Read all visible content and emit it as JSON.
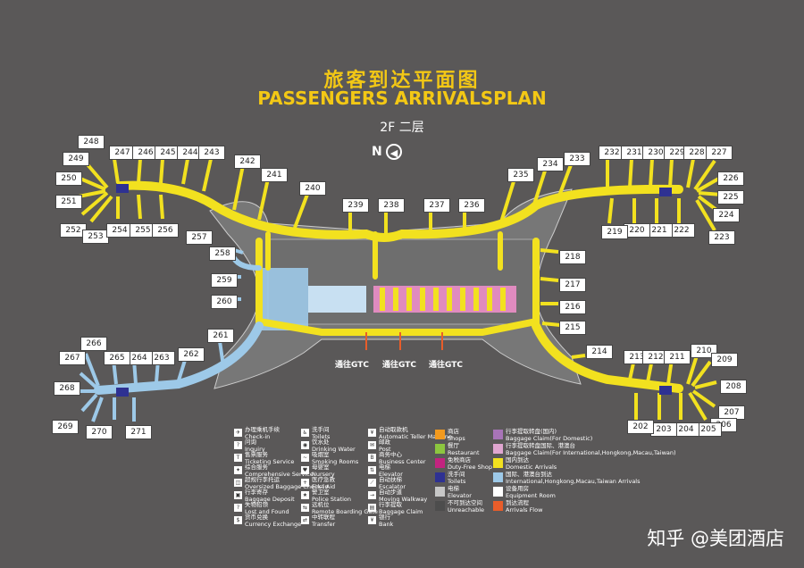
{
  "title_cn": "旅客到达平面图",
  "title_en": "PASSENGERS ARRIVALSPLAN",
  "floor": "2F 二层",
  "north_label": "N",
  "north_icon": "compass-arrow-icon",
  "colors": {
    "background": "#5a5858",
    "corridor": "#f2e11f",
    "floor": "#777777",
    "blue": "#9dc9e8",
    "pink": "#e08bbf",
    "title": "#f3c815"
  },
  "gates": [
    "248",
    "247",
    "246",
    "245",
    "244",
    "243",
    "242",
    "241",
    "240",
    "239",
    "238",
    "237",
    "236",
    "235",
    "234",
    "233",
    "232",
    "231",
    "230",
    "229",
    "228",
    "227",
    "226",
    "225",
    "224",
    "223",
    "222",
    "221",
    "220",
    "219",
    "218",
    "217",
    "216",
    "215",
    "214",
    "213",
    "212",
    "211",
    "210",
    "209",
    "208",
    "207",
    "206",
    "205",
    "204",
    "203",
    "202",
    "249",
    "250",
    "251",
    "252",
    "253",
    "254",
    "255",
    "256",
    "257",
    "258",
    "259",
    "260",
    "261",
    "262",
    "263",
    "264",
    "265",
    "266",
    "267",
    "268",
    "269",
    "270",
    "271"
  ],
  "gtc": [
    "通往GTC",
    "通往GTC",
    "通往GTC"
  ],
  "legend_icons": [
    {
      "icon": "check-in-icon",
      "cn": "办理乘机手续",
      "en": "Check-in"
    },
    {
      "icon": "inquiry-icon",
      "cn": "问询",
      "en": "Inquiry"
    },
    {
      "icon": "ticket-icon",
      "cn": "售票服务",
      "en": "Ticketing Service"
    },
    {
      "icon": "service-icon",
      "cn": "综合服务",
      "en": "Comprehensive Service"
    },
    {
      "icon": "oversize-baggage-icon",
      "cn": "超规行李托运",
      "en": "Oversized Baggage Check-in"
    },
    {
      "icon": "baggage-deposit-icon",
      "cn": "行李寄存",
      "en": "Baggage Deposit"
    },
    {
      "icon": "lost-found-icon",
      "cn": "失物招领",
      "en": "Lost and Found"
    },
    {
      "icon": "currency-icon",
      "cn": "货币兑换",
      "en": "Currency Exchange"
    },
    {
      "icon": "toilet-icon",
      "cn": "洗手间",
      "en": "Toilets"
    },
    {
      "icon": "water-icon",
      "cn": "饮水处",
      "en": "Drinking Water"
    },
    {
      "icon": "smoking-icon",
      "cn": "吸烟室",
      "en": "Smoking Rooms"
    },
    {
      "icon": "nursery-icon",
      "cn": "母婴室",
      "en": "Nursery"
    },
    {
      "icon": "first-aid-icon",
      "cn": "医疗急救",
      "en": "First Aid"
    },
    {
      "icon": "police-icon",
      "cn": "警卫室",
      "en": "Police Station"
    },
    {
      "icon": "remote-gate-icon",
      "cn": "远机位",
      "en": "Remote Boarding Gate"
    },
    {
      "icon": "transfer-icon",
      "cn": "中转联程",
      "en": "Transfer"
    },
    {
      "icon": "atm-icon",
      "cn": "自动取款机",
      "en": "Automatic Teller Machine"
    },
    {
      "icon": "post-icon",
      "cn": "邮政",
      "en": "Post"
    },
    {
      "icon": "business-icon",
      "cn": "商务中心",
      "en": "Business Center"
    },
    {
      "icon": "elevator-icon",
      "cn": "电梯",
      "en": "Elevator"
    },
    {
      "icon": "escalator-icon",
      "cn": "自动扶梯",
      "en": "Escalator"
    },
    {
      "icon": "walkway-icon",
      "cn": "自动步道",
      "en": "Moving Walkway"
    },
    {
      "icon": "baggage-claim-icon",
      "cn": "行李提取",
      "en": "Baggage Claim"
    },
    {
      "icon": "bank-icon",
      "cn": "银行",
      "en": "Bank"
    }
  ],
  "legend_colors": [
    {
      "color": "#f39a1e",
      "cn": "商店",
      "en": "Shops"
    },
    {
      "color": "#8cc63f",
      "cn": "餐厅",
      "en": "Restaurant"
    },
    {
      "color": "#c2237f",
      "cn": "免税商店",
      "en": "Duty-Free Shop"
    },
    {
      "color": "#2e3192",
      "cn": "洗手间",
      "en": "Toilets"
    },
    {
      "color": "#c7c7c7",
      "cn": "电梯",
      "en": "Elevator"
    },
    {
      "color": "#4d4d4d",
      "cn": "不可到达空间",
      "en": "Unreachable"
    },
    {
      "color": "#a874b8",
      "cn": "行李提取转盘(国内)",
      "en": "Baggage Claim(For Domestic)"
    },
    {
      "color": "#e0a6d0",
      "cn": "行李提取转盘国际、港澳台",
      "en": "Baggage Claim(For International,Hongkong,Macau,Taiwan)"
    },
    {
      "color": "#f2e11f",
      "cn": "国内到达",
      "en": "Domestic Arrivals"
    },
    {
      "color": "#9dc9e8",
      "cn": "国际、港澳台到达",
      "en": "International,Hongkong,Macau,Taiwan Arrivals"
    },
    {
      "color": "#ffffff",
      "cn": "设备用房",
      "en": "Equipment Room"
    },
    {
      "color": "#e85d2a",
      "cn": "到达流程",
      "en": "Arrivals Flow"
    }
  ],
  "watermark": "知乎 @美团酒店"
}
